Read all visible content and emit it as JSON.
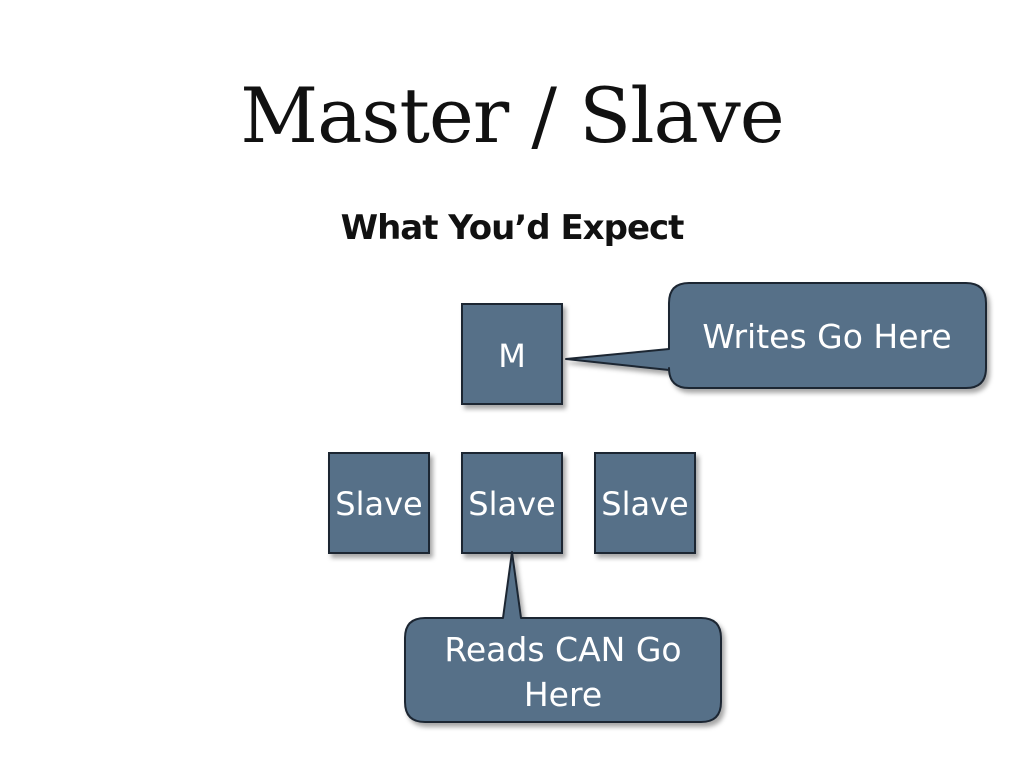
{
  "title": "Master / Slave",
  "subtitle": "What You’d Expect",
  "nodes": {
    "master": "M",
    "slave_left": "Slave",
    "slave_middle": "Slave",
    "slave_right": "Slave"
  },
  "callouts": {
    "writes": "Writes Go Here",
    "reads_line1": "Reads CAN Go",
    "reads_line2": "Here"
  },
  "colors": {
    "box_fill": "#567088",
    "box_border": "#1c2633",
    "text": "#ffffff"
  }
}
